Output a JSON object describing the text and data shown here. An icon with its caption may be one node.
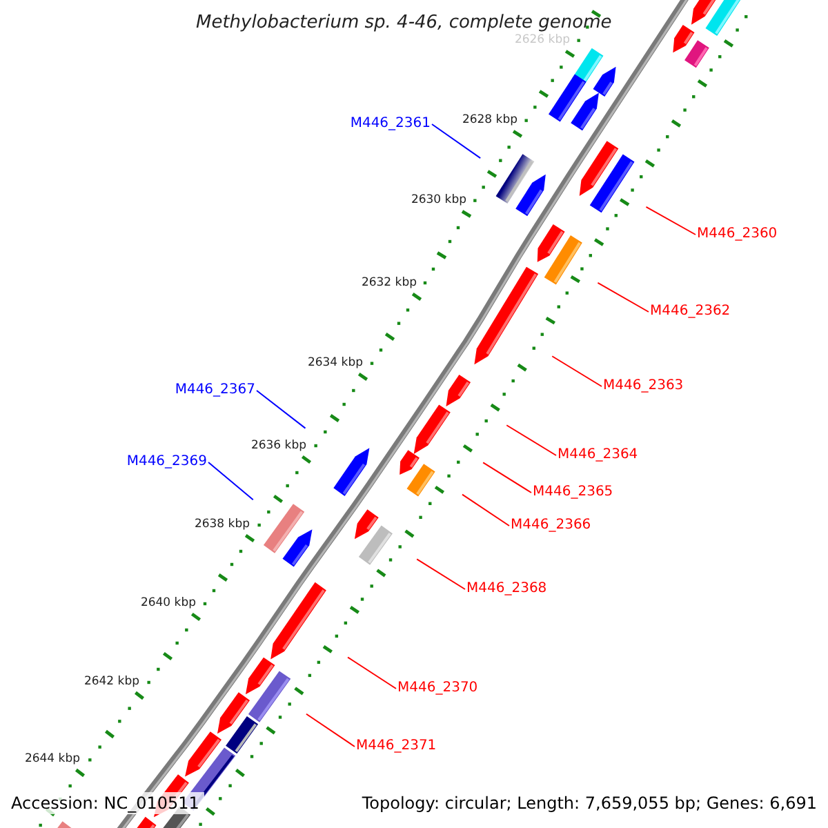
{
  "diagram": {
    "title": "Methylobacterium sp. 4-46, complete genome",
    "nodes": [
      {
        "text": [
          "M446_2361"
        ]
      },
      {
        "text": [
          "M446_2360"
        ]
      },
      {
        "text": [
          "M446_2362"
        ]
      },
      {
        "text": [
          "M446_2363"
        ]
      },
      {
        "text": [
          "M446_2367"
        ]
      },
      {
        "text": [
          "M446_2364"
        ]
      },
      {
        "text": [
          "M446_2369"
        ]
      },
      {
        "text": [
          "M446_2365"
        ]
      },
      {
        "text": [
          "M446_2366"
        ]
      },
      {
        "text": [
          "M446_2368"
        ]
      },
      {
        "text": [
          "M446_2370"
        ]
      },
      {
        "text": [
          "M446_2371"
        ]
      }
    ],
    "edges": [
      {
        "from": 0,
        "to": null,
        "arrow": "none",
        "color": "#0000ff"
      },
      {
        "from": 1,
        "to": null,
        "arrow": "none"
      },
      {
        "from": 2,
        "to": null,
        "arrow": "none"
      },
      {
        "from": 3,
        "to": null,
        "arrow": "none"
      },
      {
        "from": 4,
        "to": null,
        "arrow": "none",
        "color": "#0000ff"
      },
      {
        "from": 5,
        "to": null,
        "arrow": "none"
      },
      {
        "from": 6,
        "to": null,
        "arrow": "none",
        "color": "#0000ff"
      },
      {
        "from": 7,
        "to": null,
        "arrow": "none"
      },
      {
        "from": 8,
        "to": null,
        "arrow": "none"
      },
      {
        "from": 9,
        "to": null,
        "arrow": "none"
      },
      {
        "from": 10,
        "to": null,
        "arrow": "none"
      },
      {
        "from": 11,
        "to": null,
        "arrow": "none"
      }
    ],
    "labels": [
      "2626 kbp",
      "2628 kbp",
      "2630 kbp",
      "2632 kbp",
      "2634 kbp",
      "2636 kbp",
      "2638 kbp",
      "2640 kbp",
      "2642 kbp",
      "2644 kbp",
      "Accession: NC_010511",
      "Topology: circular; Length: 7,659,055 bp; Genes: 6,691"
    ]
  }
}
